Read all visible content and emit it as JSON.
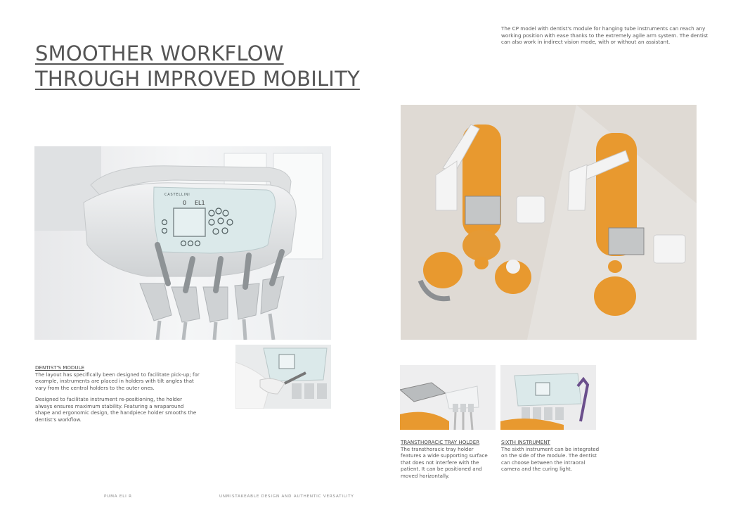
{
  "headline": {
    "line1": "SMOOTHER WORKFLOW",
    "line2": "THROUGH IMPROVED MOBILITY"
  },
  "intro_text": "The CP model with dentist's module for hanging tube instruments can reach any working position with ease thanks to the extremely agile arm system. The dentist can also work in indirect vision mode, with or without an assistant.",
  "module_photo": {
    "brand": "CASTELLINI",
    "display_left": "0",
    "display_right": "EL1"
  },
  "dentist_module": {
    "title": "DENTIST'S MODULE",
    "paragraph1": "The layout has specifically been designed to facilitate pick-up; for example, instruments are placed in holders with tilt angles that vary from the central holders to the outer ones.",
    "paragraph2": "Designed to facilitate instrument re-positioning, the holder always ensures maximum stability. Featuring a wraparound shape and ergonomic design, the handpiece holder smooths the dentist's workflow."
  },
  "tray_holder": {
    "title": "TRANSTHORACIC TRAY HOLDER",
    "text": "The transthoracic tray holder features a wide supporting surface that does not interfere with the patient. It can be positioned and moved horizontally."
  },
  "sixth_instrument": {
    "title": "SIXTH INSTRUMENT",
    "text": "The sixth instrument can be integrated on the side of the module. The dentist can choose between the intraoral camera and the curing light."
  },
  "footer": {
    "left": "PUMA ELI R",
    "center": "UNMISTAKEABLE DESIGN AND AUTHENTIC VERSATILITY"
  },
  "colors": {
    "upholstery": "#e8992f",
    "floor": "#dfdad4",
    "module_body": "#e9eaeb",
    "panel": "#dbe9ea"
  }
}
